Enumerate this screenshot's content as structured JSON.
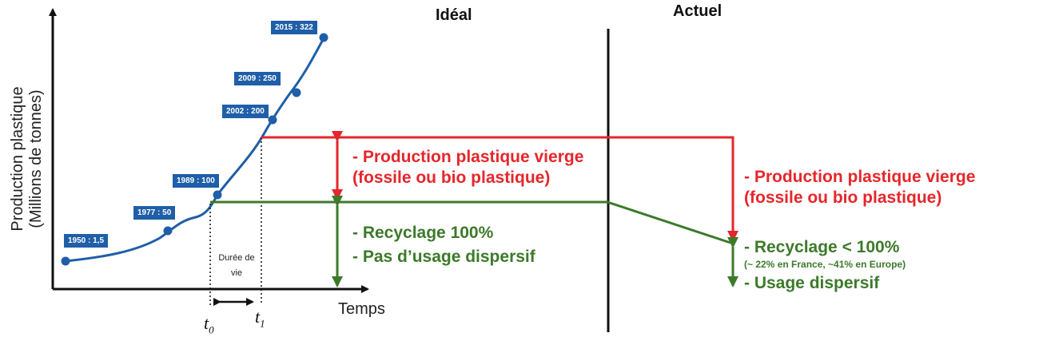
{
  "headings": {
    "ideal": "Idéal",
    "current": "Actuel"
  },
  "axes": {
    "y_label_line1": "Production plastique",
    "y_label_line2": "(Millions de tonnes)",
    "x_label": "Temps"
  },
  "timeline": {
    "lifetime_line1": "Durée de",
    "lifetime_line2": "vie",
    "t0": "t",
    "t0_sub": "0",
    "t1": "t",
    "t1_sub": "1"
  },
  "production_points": [
    {
      "label": "1950 : 1,5",
      "year": 1950,
      "value": 1.5
    },
    {
      "label": "1977 : 50",
      "year": 1977,
      "value": 50
    },
    {
      "label": "1989 : 100",
      "year": 1989,
      "value": 100
    },
    {
      "label": "2002 : 200",
      "year": 2002,
      "value": 200
    },
    {
      "label": "2009 : 250",
      "year": 2009,
      "value": 250
    },
    {
      "label": "2015 : 322",
      "year": 2015,
      "value": 322
    }
  ],
  "ideal": {
    "virgin_line1": "- Production plastique vierge",
    "virgin_line2": "(fossile ou bio plastique)",
    "recycling": "- Recyclage 100%",
    "no_dispersive": "- Pas d’usage dispersif"
  },
  "current": {
    "virgin_line1": "- Production plastique vierge",
    "virgin_line2": "(fossile ou bio plastique)",
    "recycling": "- Recyclage < 100%",
    "recycling_note": "(~ 22% en France, ~41% en Europe)",
    "dispersive": "- Usage dispersif"
  },
  "colors": {
    "curve": "#1f5ea8",
    "red": "#e5262b",
    "green": "#3c7a2a",
    "axis": "#111111"
  }
}
